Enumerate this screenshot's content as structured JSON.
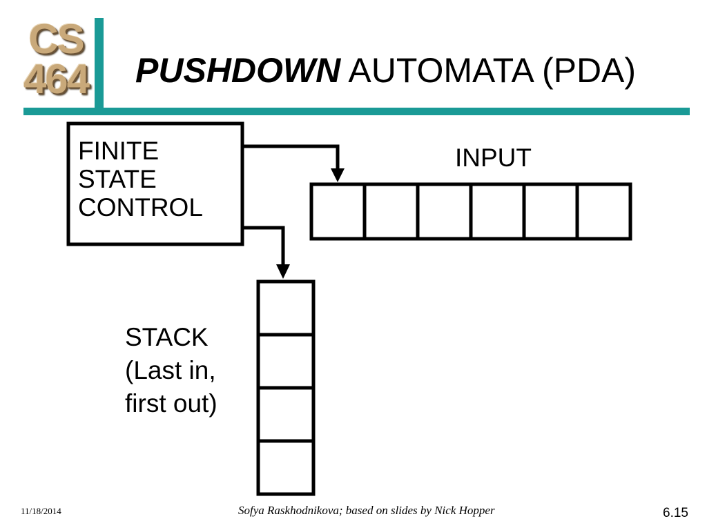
{
  "logo": {
    "line1": "CS",
    "line2": "464"
  },
  "title": {
    "bold": "PUSHDOWN",
    "normal": "AUTOMATA (PDA)"
  },
  "finite_state_control": {
    "lines": [
      "FINITE",
      "STATE",
      "CONTROL"
    ]
  },
  "input": {
    "label": "INPUT",
    "cells": 6
  },
  "stack": {
    "lines": [
      "STACK",
      "(Last in,",
      "first out)"
    ],
    "cells": 4
  },
  "footer": {
    "date": "11/18/2014",
    "credit": "Sofya Raskhodnikova; based on slides by Nick Hopper",
    "page": "6.15"
  },
  "colors": {
    "accent": "#1a9a96",
    "logo": "#c9a97a"
  }
}
